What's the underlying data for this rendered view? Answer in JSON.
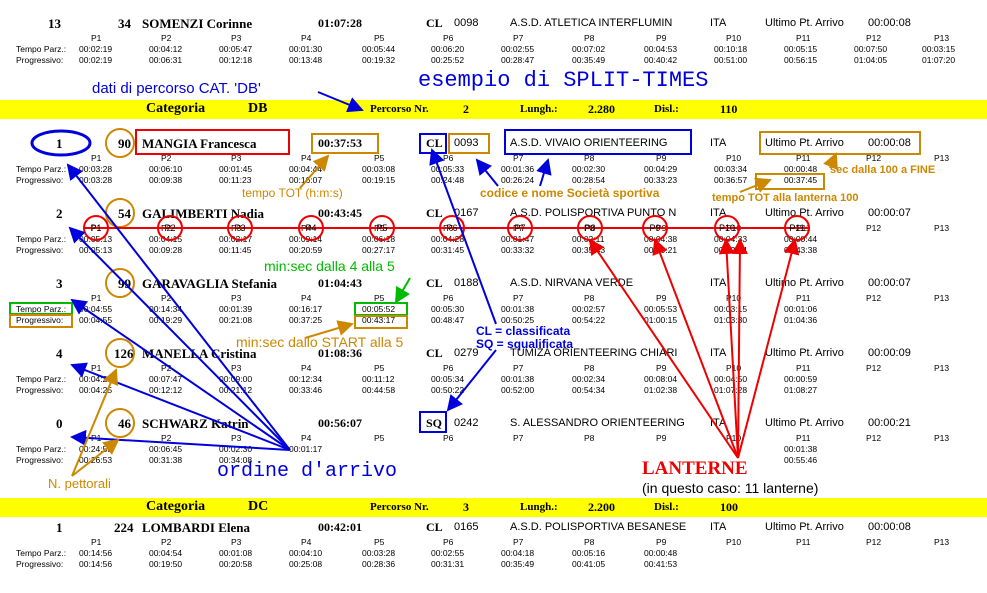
{
  "points": [
    "P1",
    "P2",
    "P3",
    "P4",
    "P5",
    "P6",
    "P7",
    "P8",
    "P9",
    "P10",
    "P11",
    "P12",
    "P13"
  ],
  "labels": {
    "parz": "Tempo Parz.:",
    "prog": "Progressivo:",
    "cl": "CL",
    "sq": "SQ",
    "ita": "ITA",
    "ultimo": "Ultimo Pt. Arrivo"
  },
  "category_db": {
    "label": "Categoria",
    "name": "DB",
    "percorso_label": "Percorso Nr.",
    "percorso": "2",
    "lungh_label": "Lungh.:",
    "lungh": "2.280",
    "disl_label": "Disl.:",
    "disl": "110"
  },
  "category_dc": {
    "label": "Categoria",
    "name": "DC",
    "percorso_label": "Percorso Nr.",
    "percorso": "3",
    "lungh_label": "Lungh.:",
    "lungh": "2.200",
    "disl_label": "Disl.:",
    "disl": "100"
  },
  "runners": [
    {
      "pos": "13",
      "bib": "34",
      "name": "SOMENZI Corinne",
      "time": "01:07:28",
      "status": "CL",
      "code": "0098",
      "club": "A.S.D. ATLETICA INTERFLUMIN",
      "nat": "ITA",
      "last": "00:00:08",
      "parz": [
        "00:02:19",
        "00:04:12",
        "00:05:47",
        "00:01:30",
        "00:05:44",
        "00:06:20",
        "00:02:55",
        "00:07:02",
        "00:04:53",
        "00:10:18",
        "00:05:15",
        "00:07:50",
        "00:03:15"
      ],
      "prog": [
        "00:02:19",
        "00:06:31",
        "00:12:18",
        "00:13:48",
        "00:19:32",
        "00:25:52",
        "00:28:47",
        "00:35:49",
        "00:40:42",
        "00:51:00",
        "00:56:15",
        "01:04:05",
        "01:07:20"
      ]
    },
    {
      "pos": "1",
      "bib": "90",
      "name": "MANGIA Francesca",
      "time": "00:37:53",
      "status": "CL",
      "code": "0093",
      "club": "A.S.D. VIVAIO ORIENTEERING",
      "nat": "ITA",
      "last": "00:00:08",
      "parz": [
        "00:03:28",
        "00:06:10",
        "00:01:45",
        "00:04:44",
        "00:03:08",
        "00:05:33",
        "00:01:36",
        "00:02:30",
        "00:04:29",
        "00:03:34",
        "00:00:48",
        "",
        ""
      ],
      "prog": [
        "00:03:28",
        "00:09:38",
        "00:11:23",
        "00:16:07",
        "00:19:15",
        "00:24:48",
        "00:26:24",
        "00:28:54",
        "00:33:23",
        "00:36:57",
        "00:37:45",
        "",
        ""
      ]
    },
    {
      "pos": "2",
      "bib": "54",
      "name": "GALIMBERTI Nadia",
      "time": "00:43:45",
      "status": "CL",
      "code": "0167",
      "club": "A.S.D. POLISPORTIVA PUNTO N",
      "nat": "ITA",
      "last": "00:00:07",
      "parz": [
        "00:05:13",
        "00:04:15",
        "00:02:17",
        "00:09:14",
        "00:06:18",
        "00:04:28",
        "00:01:47",
        "00:02:11",
        "00:04:38",
        "00:04:33",
        "00:00:44",
        "",
        ""
      ],
      "prog": [
        "00:05:13",
        "00:09:28",
        "00:11:45",
        "00:20:59",
        "00:27:17",
        "00:31:45",
        "00:33:32",
        "00:35:43",
        "00:40:21",
        "00:42:54",
        "00:43:38",
        "",
        ""
      ]
    },
    {
      "pos": "3",
      "bib": "99",
      "name": "GARAVAGLIA Stefania",
      "time": "01:04:43",
      "status": "CL",
      "code": "0188",
      "club": "A.S.D. NIRVANA VERDE",
      "nat": "ITA",
      "last": "00:00:07",
      "parz": [
        "00:04:55",
        "00:14:34",
        "00:01:39",
        "00:16:17",
        "00:05:52",
        "00:05:30",
        "00:01:38",
        "00:02:57",
        "00:05:53",
        "00:03:15",
        "00:01:06",
        "",
        ""
      ],
      "prog": [
        "00:04:55",
        "00:19:29",
        "00:21:08",
        "00:37:25",
        "00:43:17",
        "00:48:47",
        "00:50:25",
        "00:54:22",
        "01:00:15",
        "01:03:30",
        "01:04:36",
        "",
        ""
      ]
    },
    {
      "pos": "4",
      "bib": "126",
      "name": "MANELLA Cristina",
      "time": "01:08:36",
      "status": "CL",
      "code": "0279",
      "club": "TUMIZA ORIENTEERING CHIARI",
      "nat": "ITA",
      "last": "00:00:09",
      "parz": [
        "00:04:25",
        "00:07:47",
        "00:09:00",
        "00:12:34",
        "00:11:12",
        "00:05:34",
        "00:01:38",
        "00:02:34",
        "00:08:04",
        "00:04:50",
        "00:00:59",
        "",
        ""
      ],
      "prog": [
        "00:04:25",
        "00:12:12",
        "00:21:12",
        "00:33:46",
        "00:44:58",
        "00:50:22",
        "00:52:00",
        "00:54:34",
        "01:02:38",
        "01:07:28",
        "01:08:27",
        "",
        ""
      ]
    },
    {
      "pos": "0",
      "bib": "46",
      "name": "SCHWARZ Katrin",
      "time": "00:56:07",
      "status": "SQ",
      "code": "0242",
      "club": "S. ALESSANDRO ORIENTEERING",
      "nat": "ITA",
      "last": "00:00:21",
      "parz": [
        "00:24:53",
        "00:06:45",
        "00:02:30",
        "00:01:17",
        "",
        "",
        "",
        "",
        "",
        "",
        "00:01:38",
        "",
        ""
      ],
      "prog": [
        "00:26:53",
        "00:31:38",
        "00:34:08",
        "",
        "",
        "",
        "",
        "",
        "",
        "",
        "00:55:46",
        "",
        ""
      ]
    },
    {
      "pos": "1",
      "bib": "224",
      "name": "LOMBARDI Elena",
      "time": "00:42:01",
      "status": "CL",
      "code": "0165",
      "club": "A.S.D. POLISPORTIVA BESANESE",
      "nat": "ITA",
      "last": "00:00:08",
      "parz": [
        "00:14:56",
        "00:04:54",
        "00:01:08",
        "00:04:10",
        "00:03:28",
        "00:02:55",
        "00:04:18",
        "00:05:16",
        "00:00:48",
        "",
        "",
        "",
        ""
      ],
      "prog": [
        "00:14:56",
        "00:19:50",
        "00:20:58",
        "00:25:08",
        "00:28:36",
        "00:31:31",
        "00:35:49",
        "00:41:05",
        "00:41:53",
        "",
        "",
        "",
        ""
      ]
    }
  ],
  "annotations": {
    "dati": "dati di percorso CAT. 'DB'",
    "esempio": "esempio di SPLIT-TIMES",
    "tempo_tot": "tempo TOT (h:m:s)",
    "codice": "codice e nome Società sportiva",
    "sec_fine": "sec dalla 100 a FINE",
    "tempo_lanterna": "tempo TOT alla lanterna 100",
    "min_4_5": "min:sec dalla 4 alla 5",
    "min_start": "min:sec dallo START alla 5",
    "cl_def": "CL = classificata",
    "sq_def": "SQ = squalificata",
    "ordine": "ordine d'arrivo",
    "pettorali": "N. pettorali",
    "lanterne": "LANTERNE",
    "lanterne_note": "(in questo caso: 11 lanterne)"
  },
  "colors": {
    "red": "#ee0000",
    "blue": "#0000dd",
    "orange": "#cc8800",
    "green": "#00bb00",
    "yellow": "#ffff00"
  }
}
